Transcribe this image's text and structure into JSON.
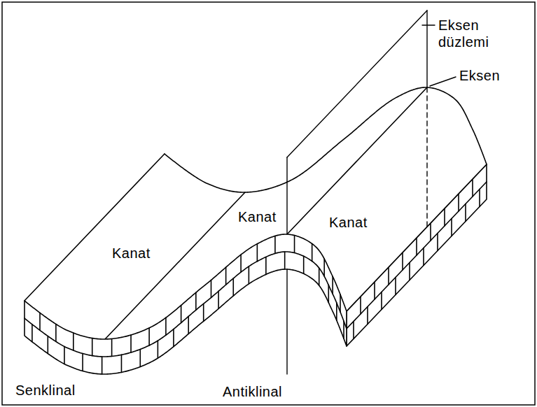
{
  "diagram": {
    "labels": [
      "Eksen düzlemi",
      "Eksen",
      "Kanat",
      "Kanat",
      "Kanat",
      "Senklinal",
      "Antiklinal"
    ]
  }
}
